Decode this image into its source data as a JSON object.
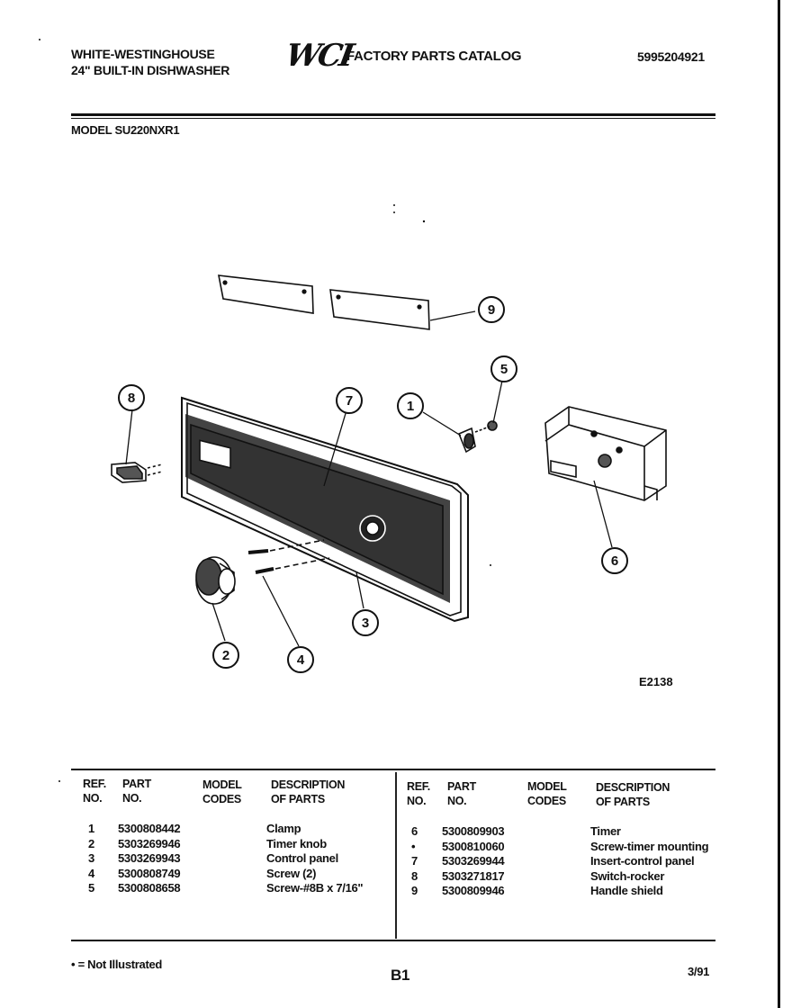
{
  "header": {
    "brand_line1": "WHITE-WESTINGHOUSE",
    "brand_line2": "24\" BUILT-IN DISHWASHER",
    "logo": "WCI",
    "catalog_title": "FACTORY PARTS CATALOG",
    "catalog_number": "5995204921",
    "model": "MODEL SU220NXR1"
  },
  "diagram": {
    "figure_code": "E2138",
    "callouts": [
      "1",
      "2",
      "3",
      "4",
      "5",
      "6",
      "7",
      "8",
      "9"
    ]
  },
  "table": {
    "headers": {
      "ref_no": [
        "REF.",
        "NO."
      ],
      "part_no": [
        "PART",
        "NO."
      ],
      "model_codes": [
        "MODEL",
        "CODES"
      ],
      "description": [
        "DESCRIPTION",
        "OF PARTS"
      ]
    },
    "left_rows": [
      {
        "ref": "1",
        "part": "5300808442",
        "desc": "Clamp"
      },
      {
        "ref": "2",
        "part": "5303269946",
        "desc": "Timer knob"
      },
      {
        "ref": "3",
        "part": "5303269943",
        "desc": "Control panel"
      },
      {
        "ref": "4",
        "part": "5300808749",
        "desc": "Screw (2)"
      },
      {
        "ref": "5",
        "part": "5300808658",
        "desc": "Screw-#8B x 7/16\""
      }
    ],
    "right_rows": [
      {
        "ref": "6",
        "part": "5300809903",
        "desc": "Timer"
      },
      {
        "ref": "•",
        "part": "5300810060",
        "desc": "Screw-timer mounting"
      },
      {
        "ref": "7",
        "part": "5303269944",
        "desc": "Insert-control panel"
      },
      {
        "ref": "8",
        "part": "5303271817",
        "desc": "Switch-rocker"
      },
      {
        "ref": "9",
        "part": "5300809946",
        "desc": "Handle shield"
      }
    ]
  },
  "footer": {
    "note": "• = Not Illustrated",
    "page": "B1",
    "date": "3/91"
  }
}
